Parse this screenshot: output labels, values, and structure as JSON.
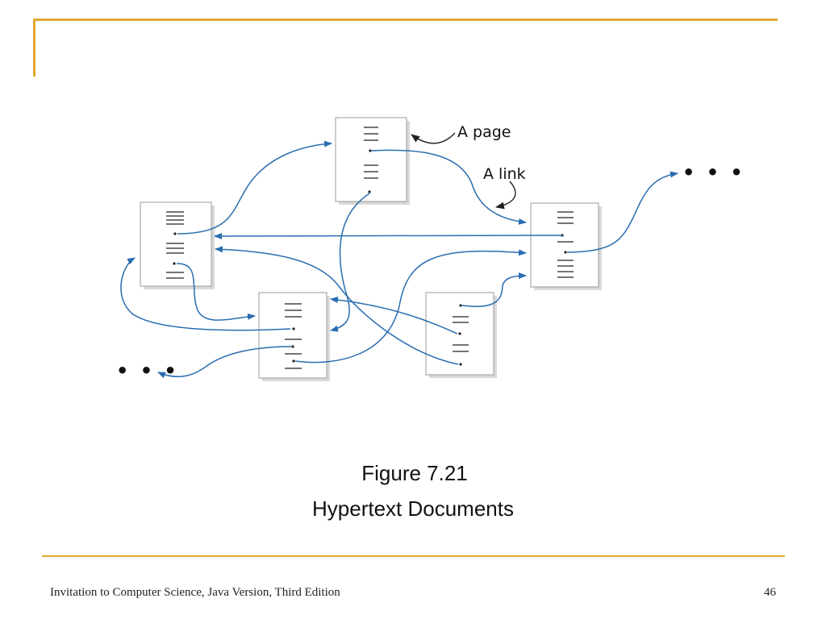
{
  "annotations": {
    "page_label": "A page",
    "link_label": "A link",
    "ellipsis_right": "• • •",
    "ellipsis_left": "• • •"
  },
  "caption": {
    "figure_number": "Figure 7.21",
    "figure_title": "Hypertext Documents"
  },
  "footer": {
    "source": "Invitation to Computer Science, Java Version, Third Edition",
    "page_number": "46"
  },
  "colors": {
    "accent": "#e0a82e",
    "link_arrow": "#2a6db0"
  }
}
